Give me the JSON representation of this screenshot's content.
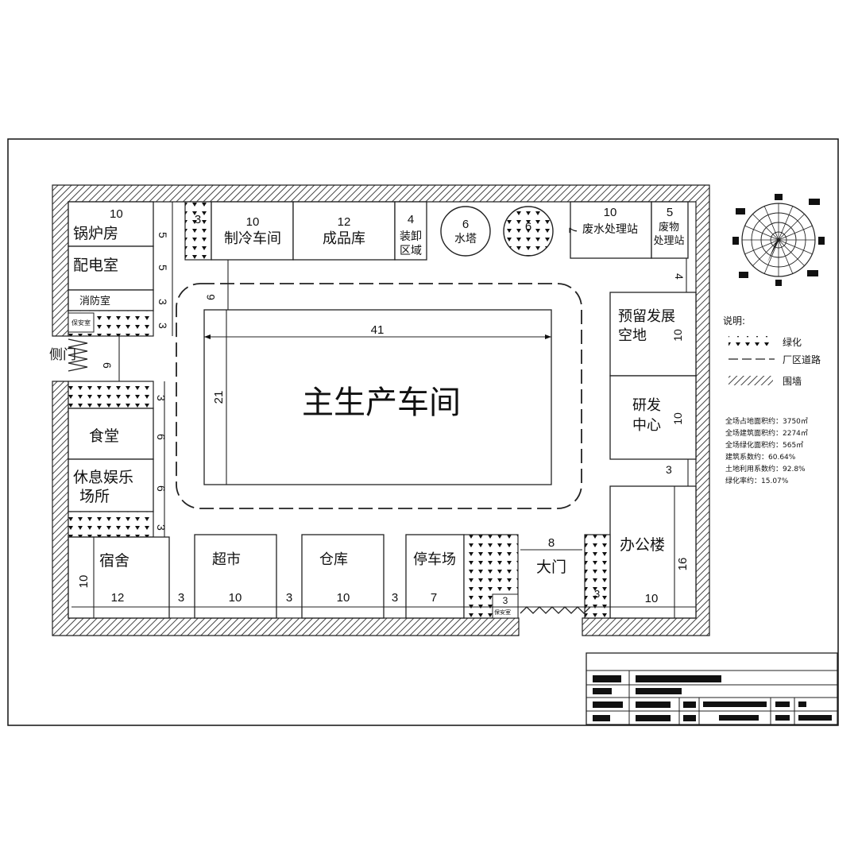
{
  "plan": {
    "main_workshop": "主生产车间",
    "main_dims": [
      "41",
      "21"
    ],
    "rooms": {
      "boiler": "锅炉房",
      "power": "配电室",
      "fire": "消防室",
      "security_left": "保安室",
      "side_gate": "侧门",
      "canteen": "食堂",
      "rest_1": "休息娱乐",
      "rest_2": "场所",
      "dorm": "宿舍",
      "supermarket": "超市",
      "warehouse": "仓库",
      "parking": "停车场",
      "main_gate": "大门",
      "security_gate": "保安室",
      "office": "办公楼",
      "rnd_1": "研发",
      "rnd_2": "中心",
      "reserve_1": "预留发展",
      "reserve_2": "空地",
      "refrigeration": "制冷车间",
      "finished_goods": "成品库",
      "loading_1": "装卸",
      "loading_2": "区域",
      "water_tower": "水塔",
      "wastewater": "废水处理站",
      "waste_1": "废物",
      "waste_2": "处理站"
    },
    "dimensions": {
      "boiler_w": "10",
      "boiler_h": "5",
      "power_h": "5",
      "fire_h": "3",
      "sec_h": "3",
      "green_top_w": "3",
      "refrig_w": "10",
      "finished_w": "12",
      "loading_w": "4",
      "tower_d": "6",
      "tank_d": "6",
      "ww_w": "10",
      "ww_h": "7",
      "waste_w": "5",
      "gap_top": "6",
      "right_gap": "4",
      "reserve_h": "10",
      "rnd_h": "10",
      "rnd_gap": "3",
      "office_h": "16",
      "office_w": "10",
      "gate_w": "8",
      "gate_sec_w": "3",
      "green_gate_w": "3",
      "side_gate_w": "6",
      "left_green_h": "3",
      "canteen_h": "6",
      "rest_h": "6",
      "left_green2_h": "3",
      "dorm_w": "12",
      "dorm_h": "10",
      "gap1": "3",
      "super_w": "10",
      "gap2": "3",
      "wh_w": "10",
      "gap3": "3",
      "park_w": "7"
    }
  },
  "legend": {
    "title": "说明:",
    "items": [
      {
        "label": "绿化",
        "icon": "greenery-hatch-icon"
      },
      {
        "label": "厂区道路",
        "icon": "road-dash-icon"
      },
      {
        "label": "围墙",
        "icon": "wall-hatch-icon"
      }
    ]
  },
  "stats": [
    "全场占地面积约：3750㎡",
    "全场建筑面积约：2274㎡",
    "全场绿化面积约：565㎡",
    "建筑系数约：60.64%",
    "土地利用系数约：92.8%",
    "绿化率约：15.07%"
  ],
  "colors": {
    "ink": "#111111",
    "wall_hatch": "#555555",
    "paper": "#ffffff"
  }
}
